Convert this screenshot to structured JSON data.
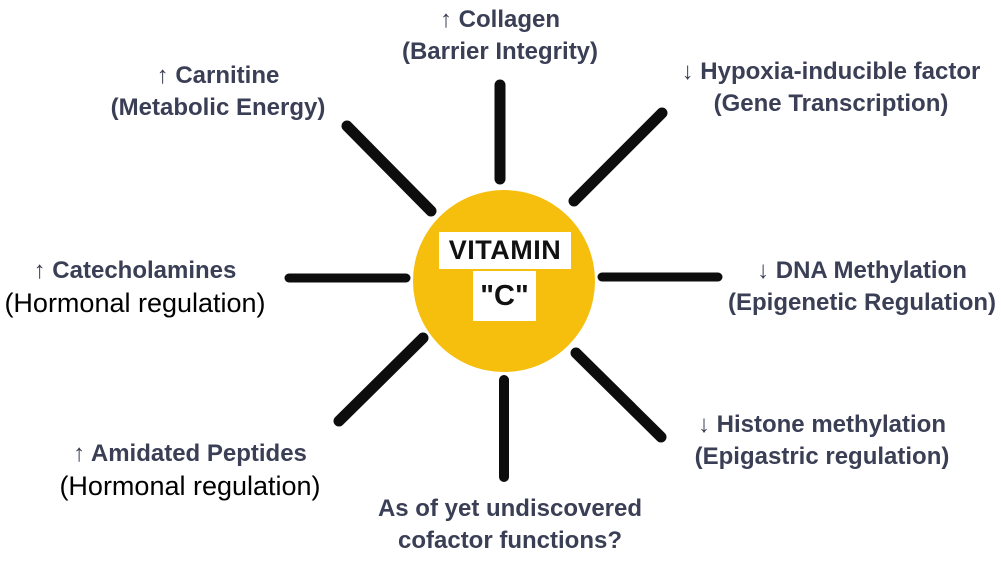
{
  "diagram": {
    "title": "Vitamin C functions hub diagram",
    "center": {
      "word": "VITAMIN",
      "letter": "\"C\"",
      "circle_color": "#F6BE0D"
    },
    "labels": [
      {
        "id": "collagen",
        "line1": "↑ Collagen",
        "line2": "(Barrier Integrity)"
      },
      {
        "id": "carnitine",
        "line1": "↑ Carnitine",
        "line2": "(Metabolic Energy)"
      },
      {
        "id": "hypoxia",
        "line1": "↓ Hypoxia-inducible factor",
        "line2": "(Gene Transcription)"
      },
      {
        "id": "catecholamines",
        "line1": "↑ Catecholamines",
        "line2": "(Hormonal regulation)"
      },
      {
        "id": "dna-methylation",
        "line1": "↓ DNA Methylation",
        "line2": "(Epigenetic Regulation)"
      },
      {
        "id": "amidated-peptides",
        "line1": "↑ Amidated Peptides",
        "line2": "(Hormonal regulation)"
      },
      {
        "id": "histone-methylation",
        "line1": "↓ Histone methylation",
        "line2": "(Epigastric regulation)"
      },
      {
        "id": "undiscovered",
        "line1": "As of yet undiscovered",
        "line2": "cofactor functions?"
      }
    ],
    "colors": {
      "label_text": "#3a3f55",
      "highlight_text": "#000000",
      "spoke": "#0d0d0d",
      "circle_fill": "#F6BE0D",
      "center_box_background": "#ffffff"
    }
  }
}
